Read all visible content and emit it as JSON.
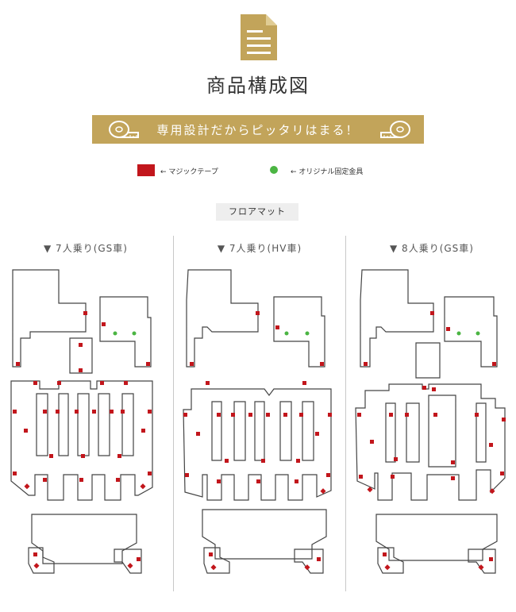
{
  "header": {
    "title": "商品構成図",
    "icon": "document-icon"
  },
  "banner": {
    "text": "専用設計だからピッタリはまる！",
    "background_color": "#c2a45a",
    "icon": "measuring-tape-icon"
  },
  "legend": {
    "tape_label": "← マジックテープ",
    "fixture_label": "← オリジナル固定金具",
    "tape_color": "#c2161c",
    "fixture_color": "#4bb543"
  },
  "section": {
    "label": "フロアマット"
  },
  "columns": [
    {
      "label": "▼ 7人乗り(GS車)"
    },
    {
      "label": "▼ 7人乗り(HV車)"
    },
    {
      "label": "▼ 8人乗り(GS車)"
    }
  ]
}
